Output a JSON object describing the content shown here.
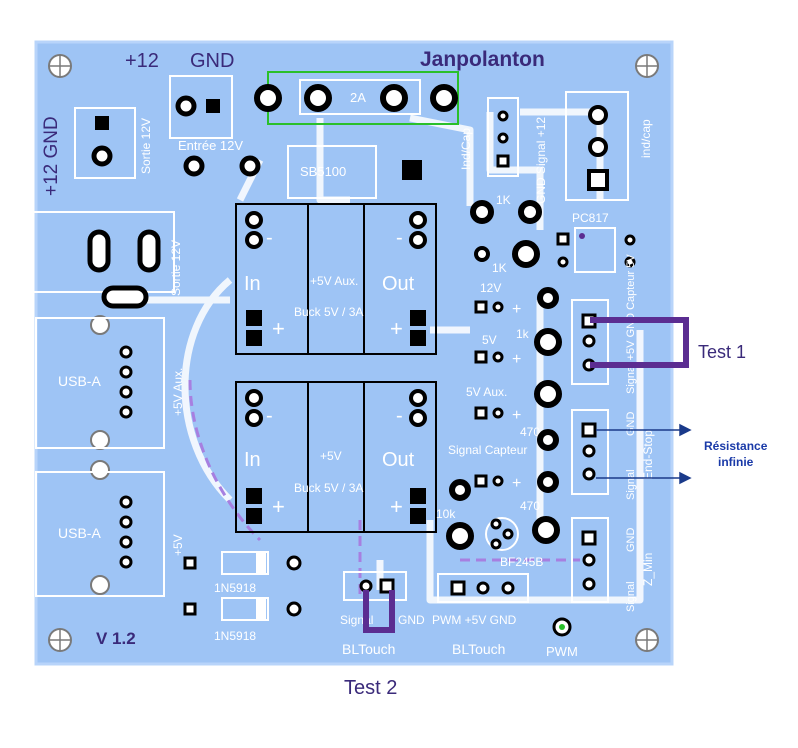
{
  "board": {
    "title": "Janpolanton",
    "version": "V 1.2",
    "colors": {
      "board": "#9ec4f5",
      "silk": "#ffffff",
      "ink": "#3a2a7a",
      "pad": "#000000",
      "test": "#5b2d91"
    }
  },
  "top": {
    "plus12": "+12",
    "gnd": "GND",
    "fuse": "2A",
    "entree": "Entrée 12V"
  },
  "left": {
    "plus12gnd": "+12 GND",
    "sortie1": "Sortie 12V",
    "sortie2": "Sortie 12V"
  },
  "diode": "SB5100",
  "right_top": {
    "indcap1": "Ind/Cap",
    "gnd_signal": "GND Signal +12",
    "indcap2": "ind/cap",
    "pc817": "PC817",
    "r1k_a": "1K",
    "r1k_b": "1K"
  },
  "buck1": {
    "minus_in": "-",
    "minus_out": "-",
    "in": "In",
    "out": "Out",
    "plus_in": "+",
    "plus_out": "+",
    "aux": "+5V Aux.",
    "label": "Buck 5V / 3A"
  },
  "buck2": {
    "minus_in": "-",
    "minus_out": "-",
    "in": "In",
    "out": "Out",
    "plus_in": "+",
    "plus_out": "+",
    "v5": "+5V",
    "label": "Buck 5V / 3A"
  },
  "usb": {
    "usb1": "USB-A",
    "aux1": "+5V Aux.",
    "usb2": "USB-A",
    "v5": "+5V"
  },
  "mid": {
    "v12": "12V",
    "plus12": "+",
    "r1k": "1k",
    "v5": "5V",
    "plus5": "+",
    "v5aux": "5V Aux.",
    "plus5aux": "+",
    "r470a": "470",
    "sigcap": "Signal Capteur",
    "plus_sig": "+",
    "r470b": "470",
    "r10k": "10k",
    "bf245b": "BF245B"
  },
  "conn_capteur": {
    "text": "Signal +5V GND Capteur 5V"
  },
  "conn_endstop": {
    "gnd": "GND",
    "signal": "Signal",
    "name": "End-Stop"
  },
  "conn_zmin": {
    "gnd": "GND",
    "signal": "Signal",
    "name": "Z_Min"
  },
  "bottom": {
    "d1": "1N5918",
    "d2": "1N5918",
    "signal": "Signal",
    "gnd": "GND",
    "pwm5gnd": "PWM +5V GND",
    "bltouch1": "BLTouch",
    "bltouch2": "BLTouch",
    "pwm": "PWM"
  },
  "annotations": {
    "test1": "Test 1",
    "test2": "Test 2",
    "res1": "Résistance",
    "res2": "infinie"
  }
}
